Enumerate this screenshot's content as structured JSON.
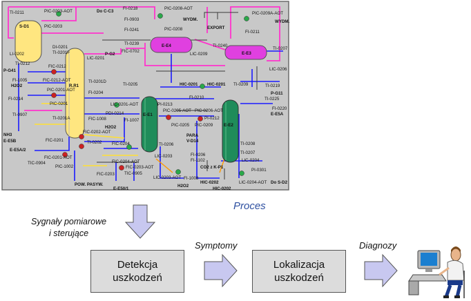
{
  "proces": {
    "label": "Proces",
    "units": [
      "S-D1",
      "R.R1",
      "E-E1",
      "E-E2",
      "E-E3",
      "E-E4"
    ],
    "tags": [
      "TI-0211",
      "PIC-0203-AOT",
      "Do C-C3",
      "FI-0218",
      "PIC-0208-AOT",
      "WYDM.",
      "PIC-0209A-AOT",
      "WYDM.",
      "PIC-0203",
      "FI-0903",
      "PIC-0208",
      "FI-0211",
      "FI-0241",
      "EXPORT",
      "TI-0240",
      "TI-0207",
      "DI-0201",
      "TI-0239",
      "FIC-0702",
      "P-G2",
      "LIC-0209",
      "LIC-0206",
      "LI-0202",
      "TI-0201F",
      "TI-0212",
      "P-G41",
      "FIC-0212",
      "FIC-0212-AOT",
      "LIC-0201",
      "TI-0201D",
      "TI-0205",
      "HIC-0201",
      "HIC-0201",
      "TI-0209",
      "TI-0219",
      "FI-1005",
      "H2O2",
      "PIC-0201-AOT",
      "FI-0204",
      "P-G11",
      "TI-0225",
      "FI-0214",
      "PIC-0201",
      "LIC-0201-AOT",
      "PI-0213",
      "FI-0210",
      "FI-0220",
      "E-E5A",
      "TI-0907",
      "PDI-0214",
      "PIC-0205-AOT",
      "PIC-0206-AOT",
      "PI-0212",
      "FIC-1008",
      "FI-1007",
      "PIC-0205",
      "PIC-0209",
      "TI-0201A",
      "NH3",
      "E-E5B",
      "H2O2",
      "FIC-0202-AOT",
      "PARA",
      "V-D14",
      "FIC-0201",
      "TI-0202",
      "FIC-0204",
      "TI-0206",
      "TI-0208",
      "E-E5A/2",
      "FIC-0201-AOT",
      "FIC-0204-AOT",
      "FI-0206",
      "TI-0207",
      "TIC-0904",
      "FI-1102",
      "LIC-0203",
      "LIC-0204",
      "PIC-1002",
      "FIC-0203",
      "FIC-0203-AOT",
      "TIC-0905",
      "CO2 z K-P1",
      "PI-0301",
      "POW. PASYW.",
      "LIC-0203-AOT",
      "FI-1008",
      "HIC-0202",
      "LIC-0204-AOT",
      "Do S-D2",
      "E-E50/1",
      "H2O2",
      "HIC-0202"
    ]
  },
  "flow": {
    "input_signals": [
      "Sygnały pomiarowe",
      "i sterujące"
    ],
    "detection": [
      "Detekcja",
      "uszkodzeń"
    ],
    "symptoms": "Symptomy",
    "localization": [
      "Lokalizacja",
      "uszkodzeń"
    ],
    "diagnoses": "Diagnozy"
  },
  "colors": {
    "panel_bg": "#c8c8c8",
    "pink_line": "#ff33cc",
    "blue_line": "#1a1aff",
    "yellow_vessel": "#ffe680",
    "green_vessel": "#1f8c5a",
    "magenta_vessel": "#e040e0",
    "arrow_fill": "#c8c8f0",
    "box_fill": "#dcdcdc"
  }
}
